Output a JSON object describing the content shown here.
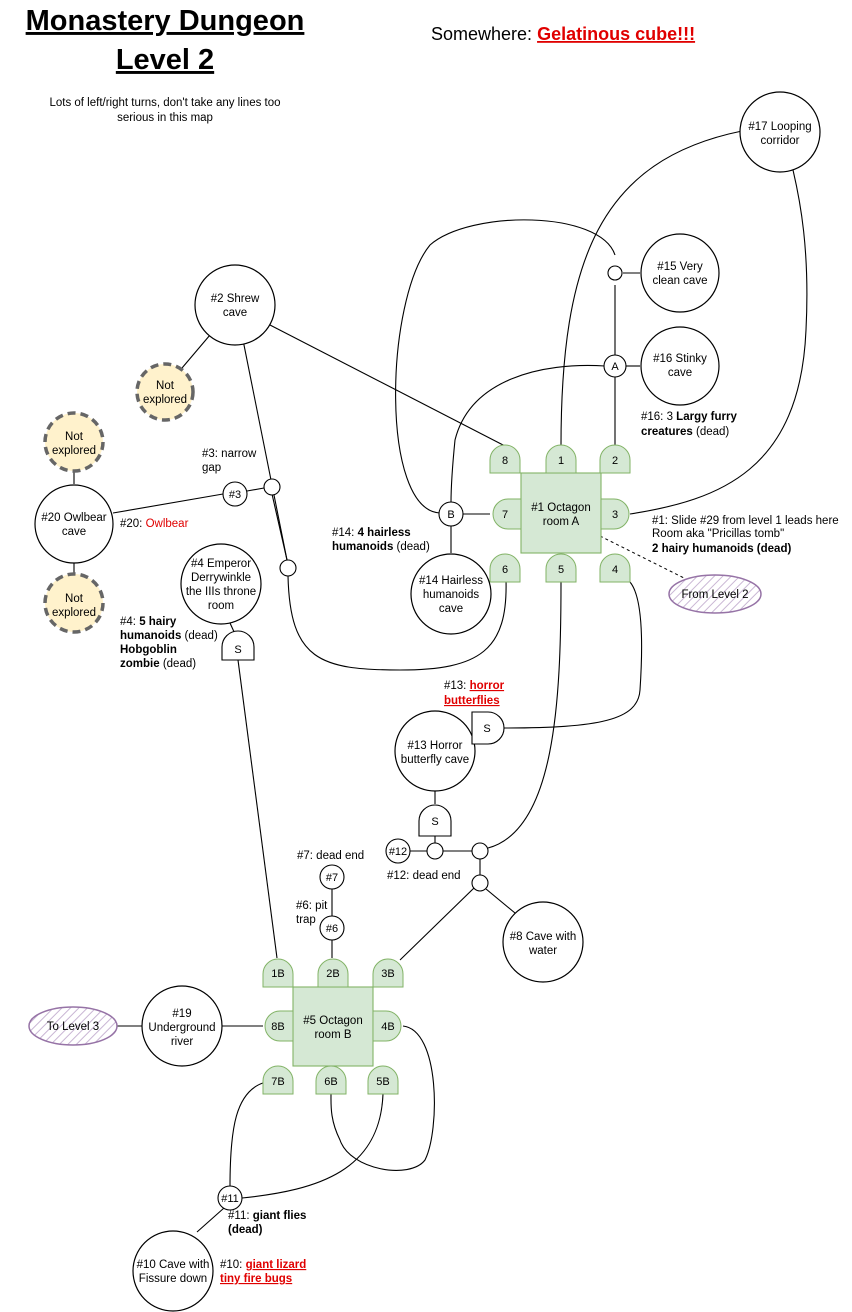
{
  "title": {
    "line1": "Monastery Dungeon",
    "line2": "Level 2"
  },
  "subtitle": {
    "line1": "Lots of left/right turns, don't take any lines too",
    "line2": "serious in this map"
  },
  "somewhere": {
    "label": "Somewhere: ",
    "value": "Gelatinous cube!!!"
  },
  "rooms": {
    "r17": [
      "#17 Looping",
      "corridor"
    ],
    "r15": [
      "#15 Very",
      "clean cave"
    ],
    "r16": [
      "#16 Stinky",
      "cave"
    ],
    "r2": [
      "#2 Shrew",
      "cave"
    ],
    "r20": [
      "#20 Owlbear",
      "cave"
    ],
    "r4": [
      "#4 Emperor",
      "Derrywinkle",
      "the IIIs throne",
      "room"
    ],
    "r14": [
      "#14 Hairless",
      "humanoids",
      "cave"
    ],
    "r13": [
      "#13 Horror",
      "butterfly cave"
    ],
    "r8": [
      "#8 Cave with",
      "water"
    ],
    "r19": [
      "#19",
      "Underground",
      "river"
    ],
    "r10": [
      "#10 Cave with",
      "Fissure down"
    ],
    "octA": [
      "#1 Octagon",
      "room A"
    ],
    "octB": [
      "#5 Octagon",
      "room B"
    ]
  },
  "unexplored": [
    "Not",
    "explored"
  ],
  "levels": {
    "from": "From Level 2",
    "to": "To Level 3"
  },
  "junctions": {
    "a": "A",
    "b": "B",
    "j3": "#3",
    "j12": "#12",
    "j7": "#7",
    "j6": "#6",
    "j11": "#11",
    "secret": "S"
  },
  "doors": {
    "a8": "8",
    "a1": "1",
    "a2": "2",
    "a7": "7",
    "a3": "3",
    "a6": "6",
    "a5": "5",
    "a4": "4",
    "b1": "1B",
    "b2": "2B",
    "b3": "3B",
    "b8": "8B",
    "b4": "4B",
    "b7": "7B",
    "b6": "6B",
    "b5": "5B"
  },
  "notes": {
    "n16": {
      "prefix": "#16: 3 ",
      "bold": "Largy furry",
      "line2bold": "creatures",
      "line2rest": " (dead)"
    },
    "n1": {
      "line1": "#1: Slide #29 from level 1 leads here",
      "line2": "Room aka \"Pricillas tomb\"",
      "line3": "2 hairy humanoids (dead)"
    },
    "n3": {
      "line1": "#3: narrow",
      "line2": "gap"
    },
    "n20": {
      "prefix": "#20: ",
      "red": "Owlbear"
    },
    "n14": {
      "prefix": "#14: ",
      "bold": "4 hairless",
      "line2bold": "humanoids",
      "line2rest": " (dead)"
    },
    "n4": {
      "prefix": "#4: ",
      "bold1": "5 hairy",
      "line2bold": "humanoids",
      "line2rest": " (dead)",
      "line3bold": "Hobgoblin",
      "line4bold": "zombie",
      "line4rest": " (dead)"
    },
    "n13": {
      "prefix": "#13: ",
      "red1": "horror",
      "red2": "butterflies"
    },
    "n7": "#7: dead end",
    "n6": {
      "line1": "#6: pit",
      "line2": "trap"
    },
    "n12": "#12: dead end",
    "n11": {
      "prefix": "#11: ",
      "bold": "giant flies",
      "line2": "(dead)"
    },
    "n10": {
      "prefix": "#10: ",
      "red1": "giant lizard",
      "red2": "tiny fire bugs"
    }
  },
  "colors": {
    "room_fill": "#d5e8d4",
    "room_stroke": "#82b366",
    "unexplored_fill": "#fff2cc",
    "unexplored_stroke": "#666666",
    "level_stroke": "#9673a6",
    "danger_text": "#e00000"
  }
}
